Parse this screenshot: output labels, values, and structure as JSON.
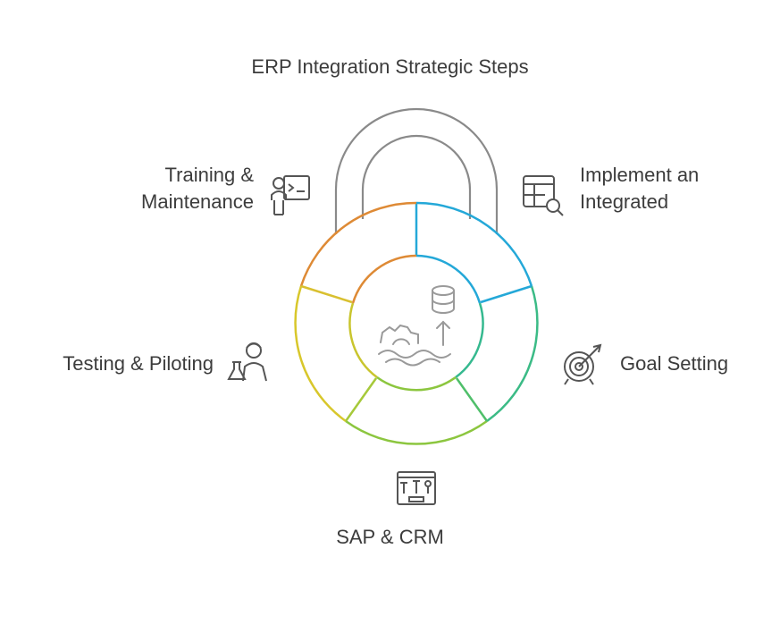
{
  "title": "ERP Integration Strategic Steps",
  "steps": [
    {
      "lines": [
        "Implement an",
        "Integrated"
      ],
      "icon": "spreadsheet-search-icon",
      "color": "#22a9d6"
    },
    {
      "lines": [
        "Goal Setting"
      ],
      "icon": "target-arrow-icon",
      "color": "#2fb88a"
    },
    {
      "lines": [
        "SAP & CRM"
      ],
      "icon": "toolbox-icon",
      "color": "#7cc242"
    },
    {
      "lines": [
        "Testing & Piloting"
      ],
      "icon": "scientist-flask-icon",
      "color": "#d9c62a"
    },
    {
      "lines": [
        "Training &",
        "Maintenance"
      ],
      "icon": "presenter-board-icon",
      "color": "#dd8a33"
    }
  ],
  "center_icon": "gears-database-icon"
}
